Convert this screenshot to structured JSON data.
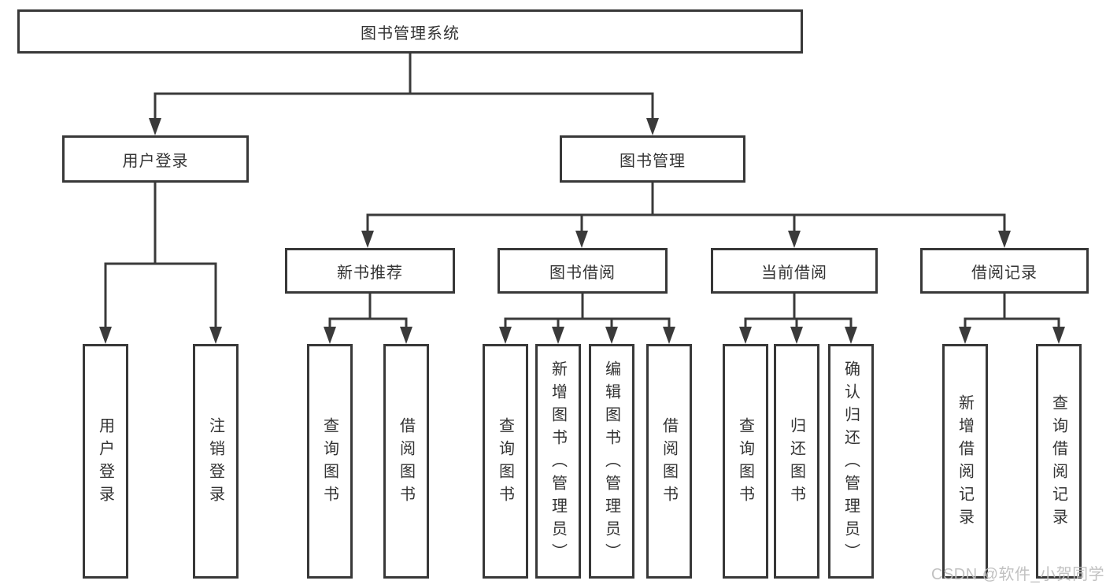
{
  "diagram": {
    "root": {
      "label": "图书管理系统"
    },
    "user_login": {
      "label": "用户登录",
      "children": [
        "用户登录",
        "注销登录"
      ]
    },
    "book_mgmt": {
      "label": "图书管理"
    },
    "new_books": {
      "label": "新书推荐",
      "children": [
        "查询图书",
        "借阅图书"
      ]
    },
    "book_borrow": {
      "label": "图书借阅",
      "children": [
        "查询图书",
        "新增图书（管理员）",
        "编辑图书（管理员）",
        "借阅图书"
      ]
    },
    "current_borrow": {
      "label": "当前借阅",
      "children": [
        "查询图书",
        "归还图书",
        "确认归还（管理员）"
      ]
    },
    "borrow_records": {
      "label": "借阅记录",
      "children": [
        "新增借阅记录",
        "查询借阅记录"
      ]
    }
  },
  "colors": {
    "line": "#3a3a3a",
    "box_border": "#383838",
    "text": "#333333",
    "watermark": "#bebebe",
    "background": "#ffffff"
  },
  "watermark": {
    "text": "CSDN @软件_小贺同学"
  }
}
